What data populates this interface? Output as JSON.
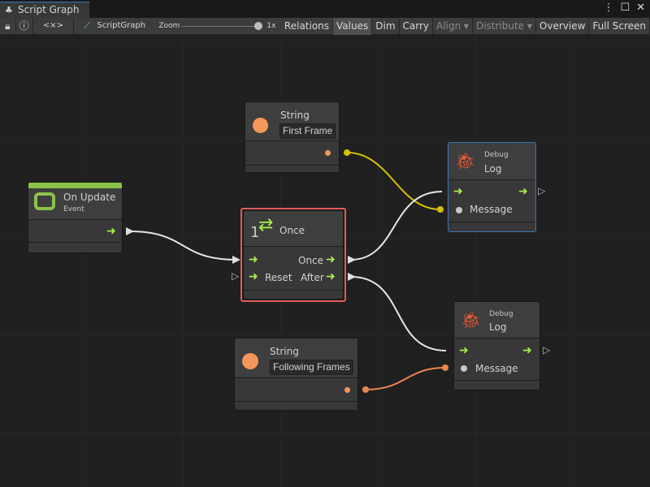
{
  "window": {
    "tab_title": "Script Graph",
    "menu_icon": "kebab-icon",
    "maximize_icon": "maximize-icon",
    "close_icon": "close-icon"
  },
  "toolbar": {
    "lock_icon": "lock-icon",
    "info_icon": "info-icon",
    "variables_icon": "<×>",
    "graph_name": "ScriptGraph",
    "zoom_label": "Zoom",
    "zoom_value": "1x",
    "zoom_level": 1.0,
    "buttons": [
      "Relations",
      "Values",
      "Dim",
      "Carry",
      "Align ▾",
      "Distribute ▾",
      "Overview",
      "Full Screen"
    ]
  },
  "nodes": {
    "string1": {
      "title": "String",
      "value": "First Frame",
      "color": "#f4975a"
    },
    "on_update": {
      "title": "On Update",
      "subtitle": "Event",
      "accent": "#8bc34a"
    },
    "once": {
      "title": "Once",
      "icon_prefix": "1",
      "out_once": "Once",
      "in_reset": "Reset",
      "out_after": "After",
      "border": "#e35a5a"
    },
    "debug1": {
      "category": "Debug",
      "title": "Log",
      "message": "Message"
    },
    "debug2": {
      "category": "Debug",
      "title": "Log",
      "message": "Message"
    },
    "string2": {
      "title": "String",
      "value": "Following Frames",
      "color": "#f4975a"
    }
  },
  "colors": {
    "flow": "#a6f04a",
    "string_wire_yellow": "#d8c200",
    "string_wire_orange": "#e8874d",
    "selection": "#e35a5a",
    "debug_icon": "#f25a33"
  }
}
